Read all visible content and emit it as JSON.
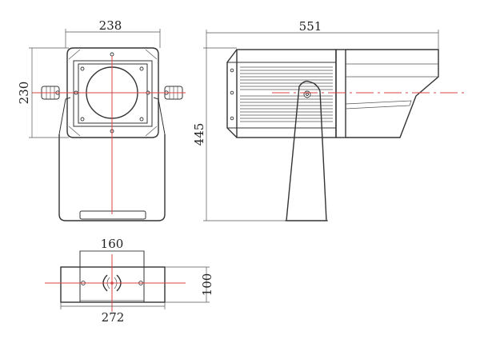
{
  "dimensions": {
    "front_width": "238",
    "front_height": "230",
    "side_length": "551",
    "side_height": "445",
    "bottom_inner_width": "160",
    "bottom_height": "100",
    "bottom_total_width": "272"
  },
  "colors": {
    "outline": "#333333",
    "centerline": "#d64545",
    "dimension": "#555555"
  }
}
